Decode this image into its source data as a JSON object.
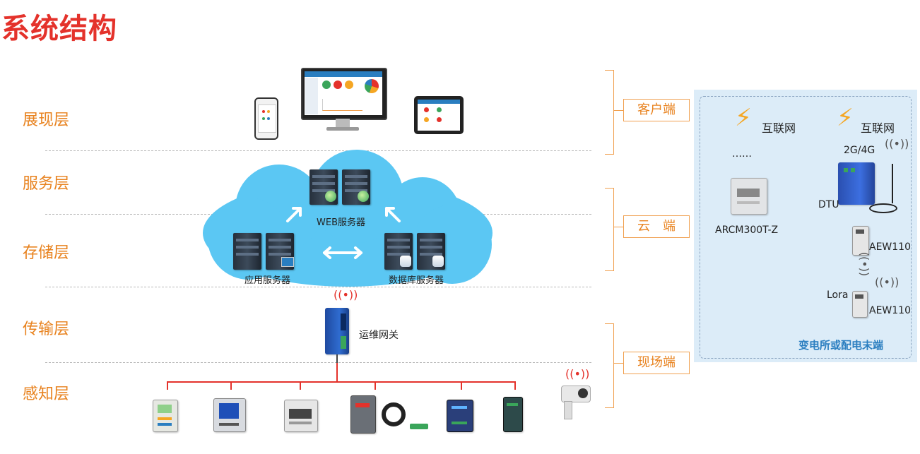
{
  "title": "系统结构",
  "layers": [
    "展现层",
    "服务层",
    "存储层",
    "传输层",
    "感知层"
  ],
  "brackets": [
    "客户端",
    "云　端",
    "现场端"
  ],
  "cloud": {
    "web_server": "WEB服务器",
    "app_server": "应用服务器",
    "db_server": "数据库服务器"
  },
  "gateway": "运维网关",
  "panel": {
    "internet_left": "互联网",
    "internet_right": "互联网",
    "dots": "……",
    "model_left": "ARCM300T-Z",
    "network": "2G/4G",
    "dtu": "DTU",
    "aew_top": "AEW110",
    "lora": "Lora",
    "aew_bottom": "AEW110",
    "title": "变电所或配电末端"
  },
  "colors": {
    "title": "#e4322b",
    "layer_label": "#e8821e",
    "cloud": "#5bc7f3",
    "panel_bg": "#dcecf8",
    "panel_title": "#2a7ec0",
    "bolt": "#f5a623",
    "bus_line": "#e4322b"
  },
  "icons": [
    "phone-icon",
    "monitor-icon",
    "tablet-icon",
    "server-icon",
    "database-icon",
    "gateway-icon",
    "wifi-icon",
    "lightning-icon",
    "meter-icon",
    "camera-icon",
    "antenna-icon"
  ]
}
